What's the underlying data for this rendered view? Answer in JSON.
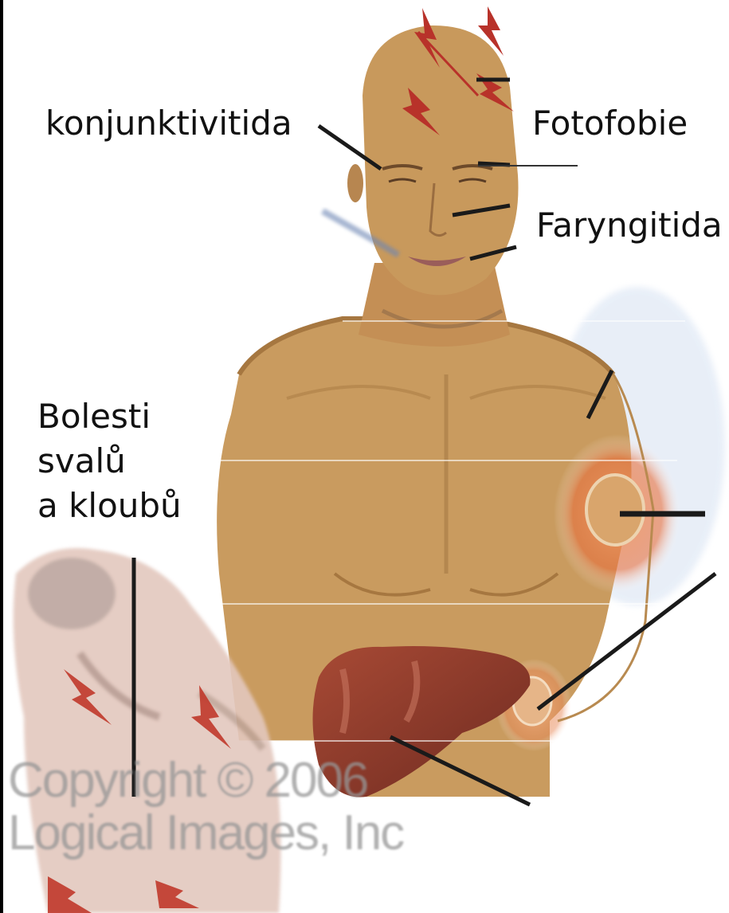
{
  "labels": {
    "conjunctivitis": "konjunktivitida",
    "photophobia": "Fotofobie",
    "pharyngitis": "Faryngitida",
    "muscle_pain": [
      "Bolesti",
      "svalů",
      "a kloubů"
    ]
  },
  "watermark": [
    "Copyright © 2006",
    "Logical Images, Inc"
  ],
  "colors": {
    "skin": "#c79a5e",
    "skin_shadow": "#a67740",
    "liver": "#8a3b2c",
    "rash": "#e87a4e",
    "pain_bolt": "#c0392b",
    "leader_line": "#1a1a1a"
  },
  "icons": [
    "lightning-bolt-icon"
  ]
}
